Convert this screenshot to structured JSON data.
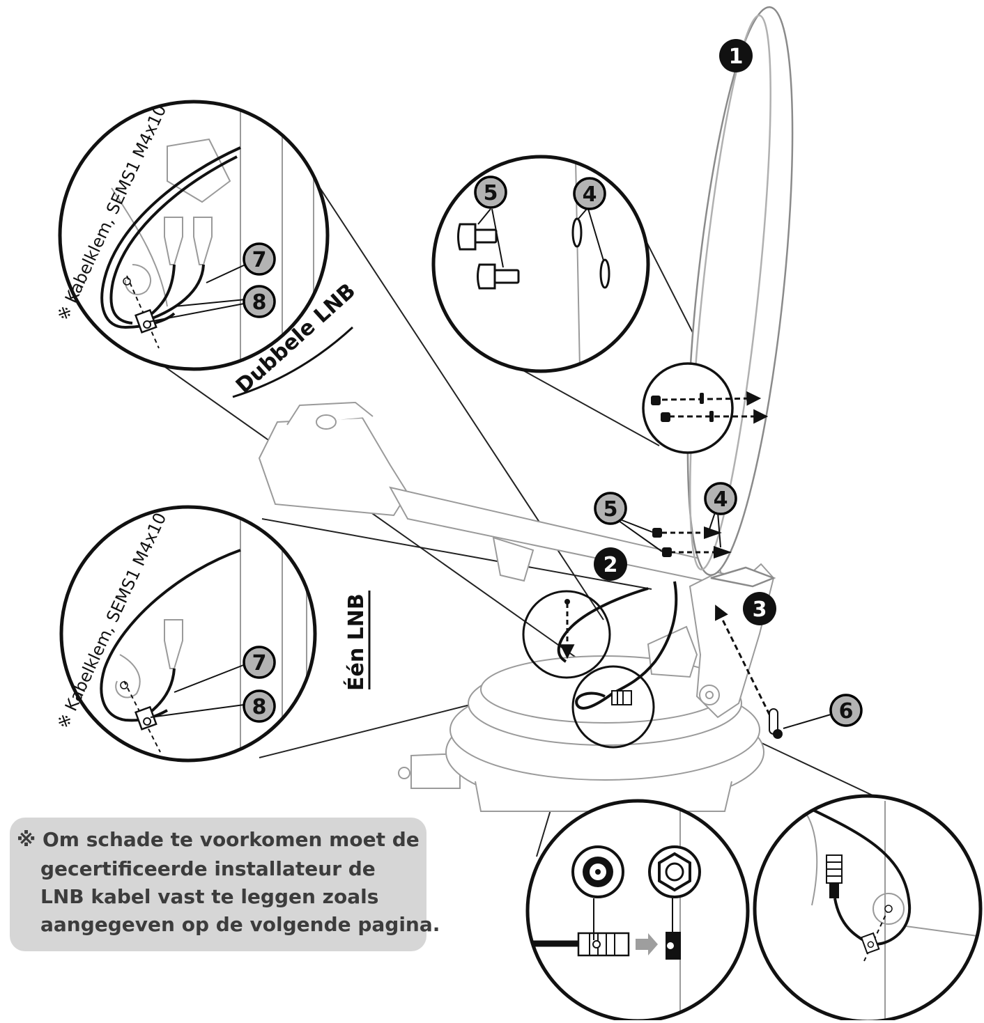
{
  "labels": {
    "double_lnb": "Dubbele LNB",
    "single_lnb": "Één LNB",
    "cable_clamp_top": "※ Kabelklem, SEMS1 M4x10",
    "cable_clamp_bottom": "※ Kabelklem, SEMS1 M4x10"
  },
  "numbers": {
    "n1": "1",
    "n2": "2",
    "n3": "3",
    "n4_detail": "4",
    "n5_detail": "5",
    "n4_main": "4",
    "n5_main": "5",
    "n6": "6",
    "n7_top": "7",
    "n8_top": "8",
    "n7_bottom": "7",
    "n8_bottom": "8"
  },
  "note": {
    "line1": "※ Om schade te voorkomen moet de",
    "line2": "gecertificeerde installateur de",
    "line3": "LNB kabel vast te leggen zoals",
    "line4": "aangegeven op de volgende pagina."
  }
}
